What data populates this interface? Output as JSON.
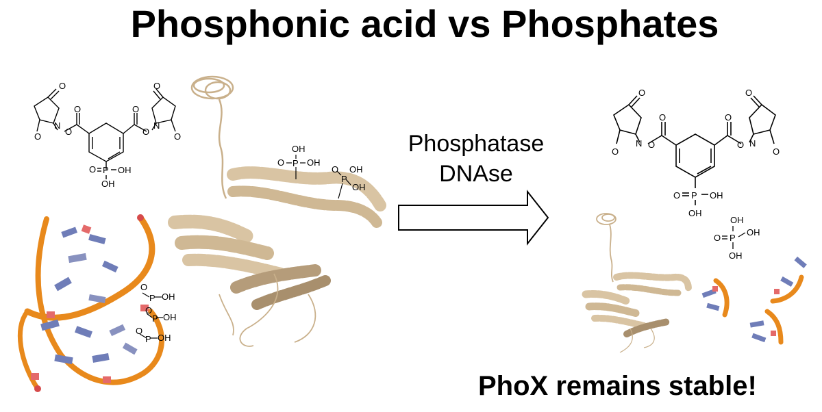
{
  "title": "Phosphonic acid vs Phosphates",
  "arrow_label": {
    "line1": "Phosphatase",
    "line2": "DNAse"
  },
  "footer": "PhoX remains stable!",
  "chem_labels": {
    "O": "O",
    "N": "N",
    "P": "P",
    "OH": "OH"
  },
  "colors": {
    "protein": "#d9c4a3",
    "protein_dark": "#b59c7a",
    "dna_backbone": "#e8891c",
    "dna_base_blue": "#6f7db8",
    "dna_base_red": "#e46a6a"
  }
}
